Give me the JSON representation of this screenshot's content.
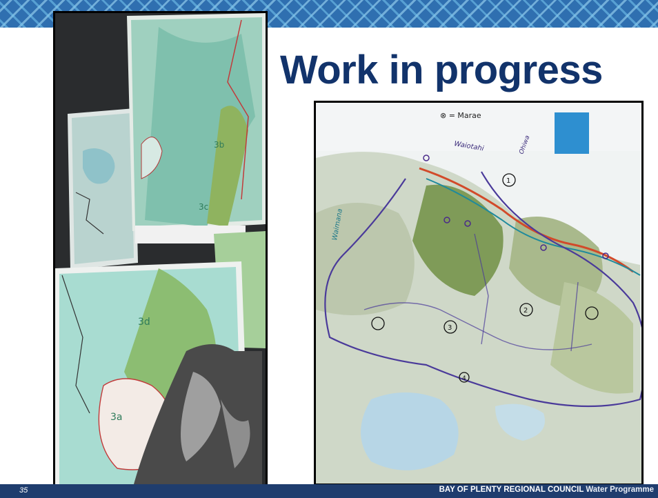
{
  "slide": {
    "title": "Work in progress",
    "page_number": "35",
    "footer": {
      "org": "BAY OF PLENTY REGIONAL COUNCIL",
      "programme": "Water Programme"
    }
  },
  "colors": {
    "title": "#12336b",
    "footer_bar": "#1f3d6e",
    "top_band": "#2f6fb0"
  },
  "photos": {
    "left": {
      "description_icon": "wall-maps-photo",
      "annotations": [
        "3b",
        "3c",
        "3a",
        "3d"
      ]
    },
    "right": {
      "description_icon": "annotated-catchment-map-photo",
      "legend": "⊗ = Marae",
      "annotations": [
        "Waiotahi",
        "Ohiwa",
        "1",
        "2",
        "3",
        "4",
        "Waimana"
      ]
    }
  }
}
